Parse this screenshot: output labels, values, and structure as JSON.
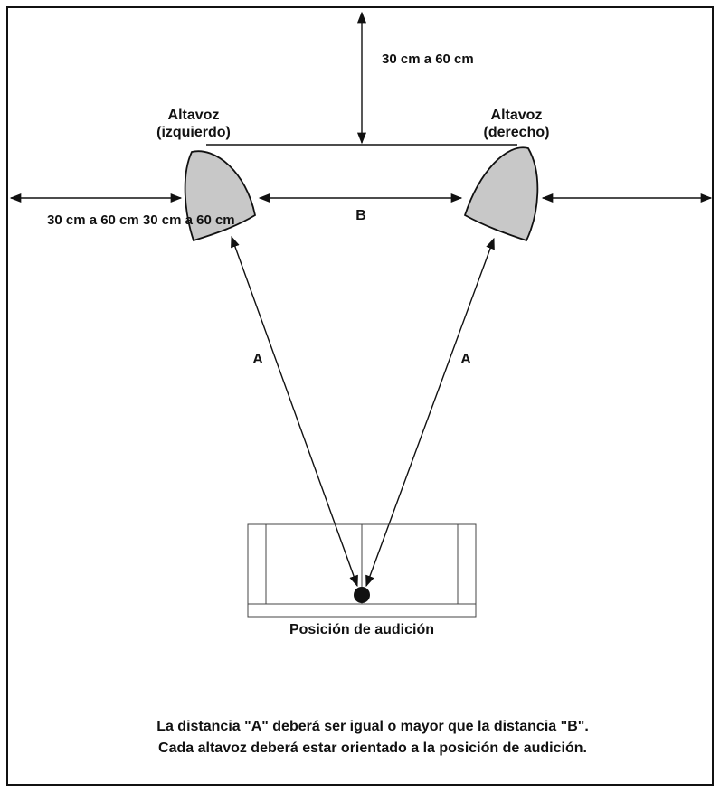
{
  "colors": {
    "ink": "#111111",
    "speaker_fill": "#c8c8c8",
    "background": "#ffffff"
  },
  "labels": {
    "top_distance": "30 cm a 60 cm",
    "left_speaker_title": "Altavoz",
    "left_speaker_subtitle": "(izquierdo)",
    "right_speaker_title": "Altavoz",
    "right_speaker_subtitle": "(derecho)",
    "side_distance": "30 cm a 60 cm 30 cm a 60 cm",
    "distance_b": "B",
    "distance_a_left": "A",
    "distance_a_right": "A",
    "listening_position": "Posición de audición"
  },
  "notes": {
    "line1": "La distancia \"A\" deberá ser igual o mayor que la distancia \"B\".",
    "line2": "Cada altavoz deberá estar orientado a la posición de audición."
  }
}
